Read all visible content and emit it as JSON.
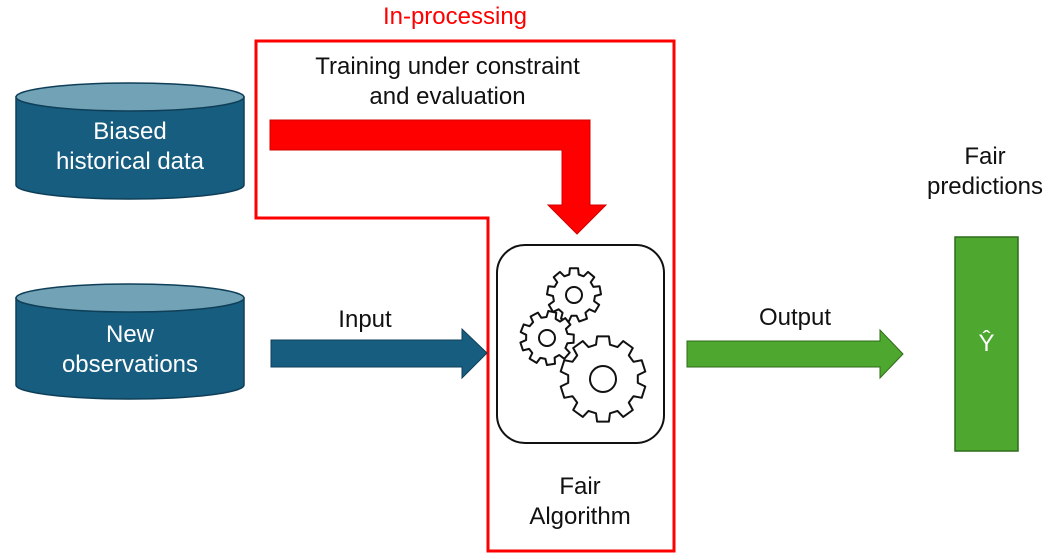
{
  "diagram": {
    "stage_label": "In-processing",
    "training_label": [
      "Training under constraint",
      "and evaluation"
    ],
    "data_sources": [
      {
        "id": "historical",
        "label": [
          "Biased",
          "historical data"
        ]
      },
      {
        "id": "observations",
        "label": [
          "New",
          "observations"
        ]
      }
    ],
    "input_label": "Input",
    "output_label": "Output",
    "algorithm_label": [
      "Fair",
      "Algorithm"
    ],
    "predictions_label": [
      "Fair",
      "predictions"
    ],
    "prediction_symbol": "Ŷ",
    "icons": {
      "database": "cylinder-database-icon",
      "algorithm": "gears-icon"
    },
    "colors": {
      "stage_outline": "#ff0000",
      "training_arrow": "#ff0000",
      "data_fill": "#175d80",
      "data_top": "#72a2b6",
      "input_arrow": "#175d80",
      "output_arrow": "#4ea72e",
      "prediction_box": "#4ea72e"
    }
  }
}
